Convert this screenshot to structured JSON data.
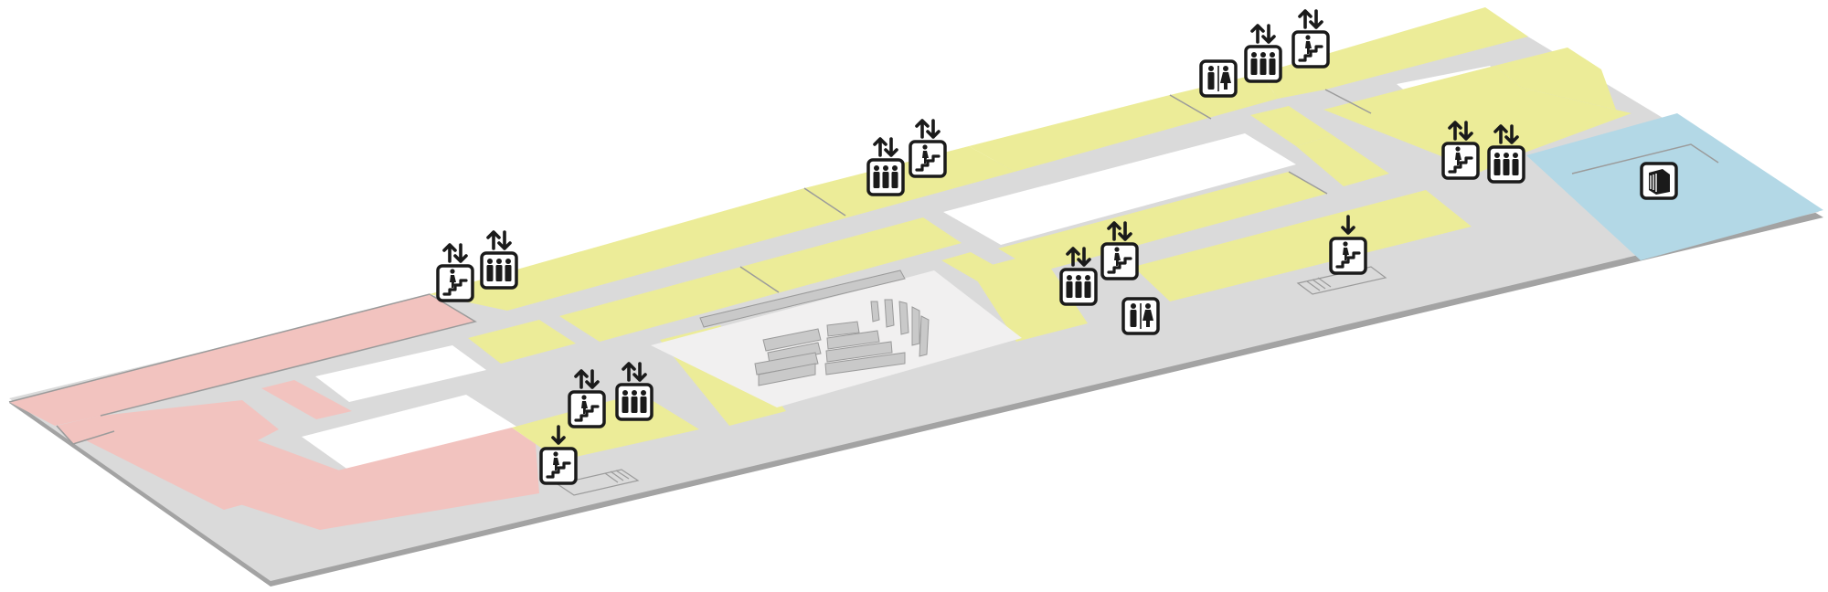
{
  "map": {
    "zones": [
      {
        "name": "west-wing",
        "color": "#f2c3bf"
      },
      {
        "name": "rooms",
        "color": "#ecec98"
      },
      {
        "name": "library-wing",
        "color": "#b3d8e6"
      },
      {
        "name": "corridors",
        "color": "#dadada"
      },
      {
        "name": "courtyard",
        "color": "#f1f0f0"
      }
    ],
    "icons": [
      {
        "type": "stairs-icon",
        "arrows": "updown"
      },
      {
        "type": "elevator-icon",
        "arrows": "updown"
      },
      {
        "type": "stairs-down-icon",
        "arrows": "down"
      },
      {
        "type": "stairs-icon",
        "arrows": "updown"
      },
      {
        "type": "elevator-icon",
        "arrows": "updown"
      },
      {
        "type": "elevator-icon",
        "arrows": "updown"
      },
      {
        "type": "stairs-icon",
        "arrows": "updown"
      },
      {
        "type": "elevator-icon",
        "arrows": "updown"
      },
      {
        "type": "stairs-icon",
        "arrows": "updown"
      },
      {
        "type": "restroom-icon",
        "arrows": "none"
      },
      {
        "type": "stairs-down-icon",
        "arrows": "down"
      },
      {
        "type": "restroom-icon",
        "arrows": "none"
      },
      {
        "type": "elevator-icon",
        "arrows": "updown"
      },
      {
        "type": "stairs-icon",
        "arrows": "updown"
      },
      {
        "type": "stairs-icon",
        "arrows": "updown"
      },
      {
        "type": "elevator-icon",
        "arrows": "updown"
      },
      {
        "type": "library-icon",
        "arrows": "none"
      }
    ]
  }
}
